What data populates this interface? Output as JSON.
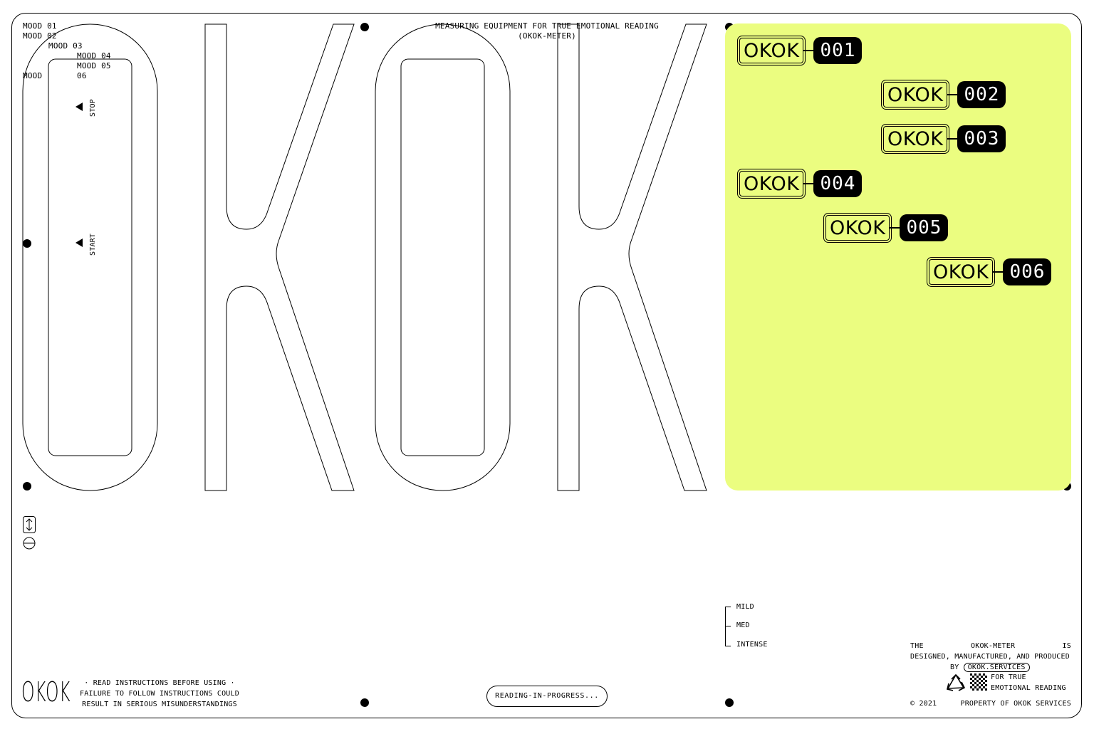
{
  "header": {
    "line1": "MEASURING EQUIPMENT FOR TRUE EMOTIONAL READING",
    "line2": "(OKOK-METER)"
  },
  "moods": [
    "MOOD 01",
    "MOOD 02",
    "MOOD 03",
    "MOOD 04",
    "MOOD 05",
    "MOOD",
    "06"
  ],
  "controls": {
    "stop_label": "STOP",
    "start_label": "START"
  },
  "panel": {
    "color": "#ebfd80",
    "tags": [
      {
        "word": "OKOK",
        "num": "001"
      },
      {
        "word": "OKOK",
        "num": "002"
      },
      {
        "word": "OKOK",
        "num": "003"
      },
      {
        "word": "OKOK",
        "num": "004"
      },
      {
        "word": "OKOK",
        "num": "005"
      },
      {
        "word": "OKOK",
        "num": "006"
      }
    ]
  },
  "intensity": {
    "levels": [
      "MILD",
      "MED",
      "INTENSE"
    ]
  },
  "footer": {
    "logo": "OKOK",
    "warning1": "· READ INSTRUCTIONS BEFORE USING ·",
    "warning2": "FAILURE TO FOLLOW INSTRUCTIONS COULD",
    "warning3": "RESULT IN SERIOUS MISUNDERSTANDINGS",
    "status": "READING-IN-PROGRESS...",
    "about_the": "THE",
    "about_name": "OKOK-METER",
    "about_is": "IS",
    "about_line2": "DESIGNED, MANUFACTURED, AND PRODUCED",
    "about_by": "BY",
    "about_link": "OKOK.SERVICES",
    "about_for": "FOR TRUE",
    "about_emotional": "EMOTIONAL READING",
    "copyright": "© 2021",
    "property": "PROPERTY OF OKOK SERVICES"
  },
  "icons": [
    "recycle-icon",
    "checker-icon",
    "scroll-icon",
    "minus-circle-icon"
  ]
}
